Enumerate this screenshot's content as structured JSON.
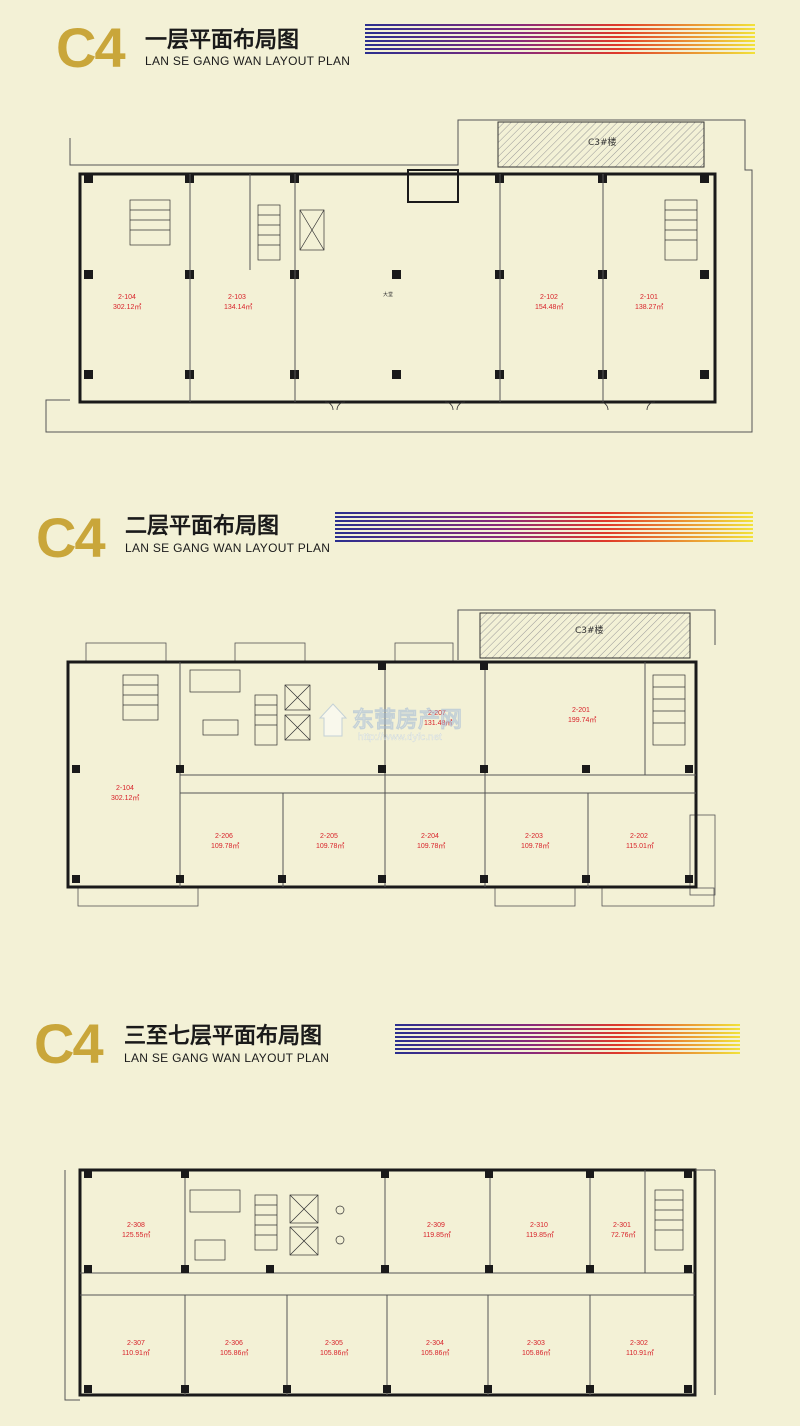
{
  "sections": [
    {
      "badge": "C4",
      "title_cn": "一层平面布局图",
      "title_en": "LAN SE GANG WAN LAYOUT  PLAN",
      "annex_label": "C3#楼",
      "hall_label": "大堂",
      "units": [
        {
          "id": "2-104",
          "area": "302.12㎡"
        },
        {
          "id": "2-103",
          "area": "134.14㎡"
        },
        {
          "id": "2-102",
          "area": "154.48㎡"
        },
        {
          "id": "2-101",
          "area": "138.27㎡"
        }
      ]
    },
    {
      "badge": "C4",
      "title_cn": "二层平面布局图",
      "title_en": "LAN SE GANG WAN LAYOUT  PLAN",
      "annex_label": "C3#楼",
      "units": [
        {
          "id": "2-207",
          "area": "131.48㎡"
        },
        {
          "id": "2-201",
          "area": "199.74㎡"
        },
        {
          "id": "2-104",
          "area": "302.12㎡"
        },
        {
          "id": "2-206",
          "area": "109.78㎡"
        },
        {
          "id": "2-205",
          "area": "109.78㎡"
        },
        {
          "id": "2-204",
          "area": "109.78㎡"
        },
        {
          "id": "2-203",
          "area": "109.78㎡"
        },
        {
          "id": "2-202",
          "area": "115.01㎡"
        }
      ]
    },
    {
      "badge": "C4",
      "title_cn": "三至七层平面布局图",
      "title_en": "LAN SE GANG WAN LAYOUT  PLAN",
      "units": [
        {
          "id": "2-308",
          "area": "125.55㎡"
        },
        {
          "id": "2-309",
          "area": "119.85㎡"
        },
        {
          "id": "2-310",
          "area": "119.85㎡"
        },
        {
          "id": "2-301",
          "area": "72.76㎡"
        },
        {
          "id": "2-307",
          "area": "110.91㎡"
        },
        {
          "id": "2-306",
          "area": "105.86㎡"
        },
        {
          "id": "2-305",
          "area": "105.86㎡"
        },
        {
          "id": "2-304",
          "area": "105.86㎡"
        },
        {
          "id": "2-303",
          "area": "105.86㎡"
        },
        {
          "id": "2-302",
          "area": "110.91㎡"
        }
      ]
    }
  ],
  "watermark": {
    "name": "东营房产网",
    "url": "http://www.dyfc.net"
  },
  "colors": {
    "badge": "#c9a63a",
    "unit_label": "#d8232a",
    "wall": "#1a1a1a",
    "background": "#f3f1d6"
  }
}
